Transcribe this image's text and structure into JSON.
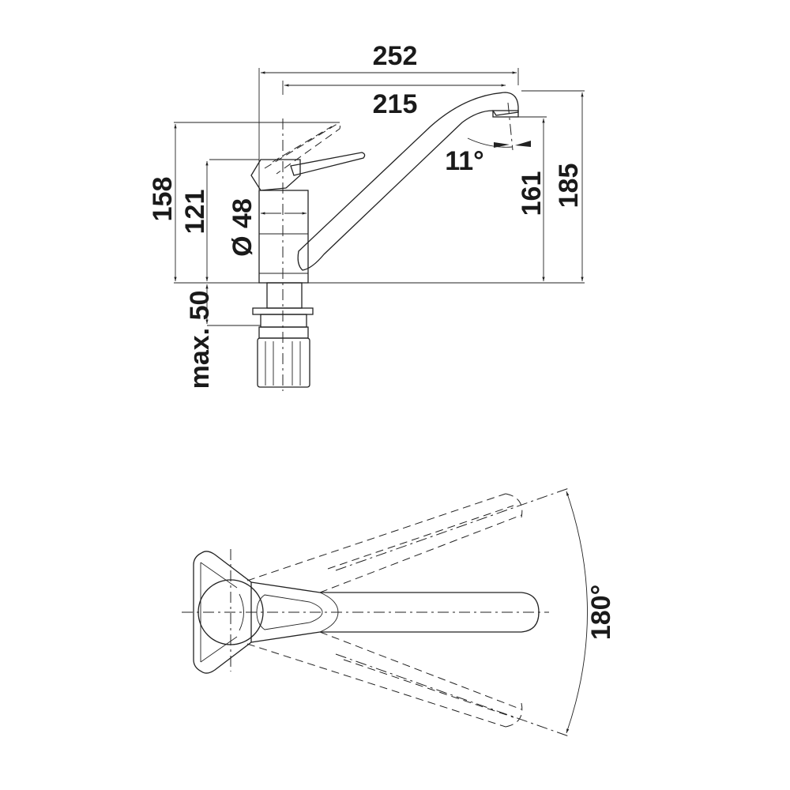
{
  "side_view": {
    "dim_total_length": "252",
    "dim_spout_reach": "215",
    "dim_lever_height": "158",
    "dim_body_height": "121",
    "dim_diameter": "Ø 48",
    "dim_max_counter": "max. 50",
    "dim_spout_angle": "11°",
    "dim_outlet_height": "161",
    "dim_total_height": "185"
  },
  "top_view": {
    "dim_swivel_angle": "180°"
  }
}
